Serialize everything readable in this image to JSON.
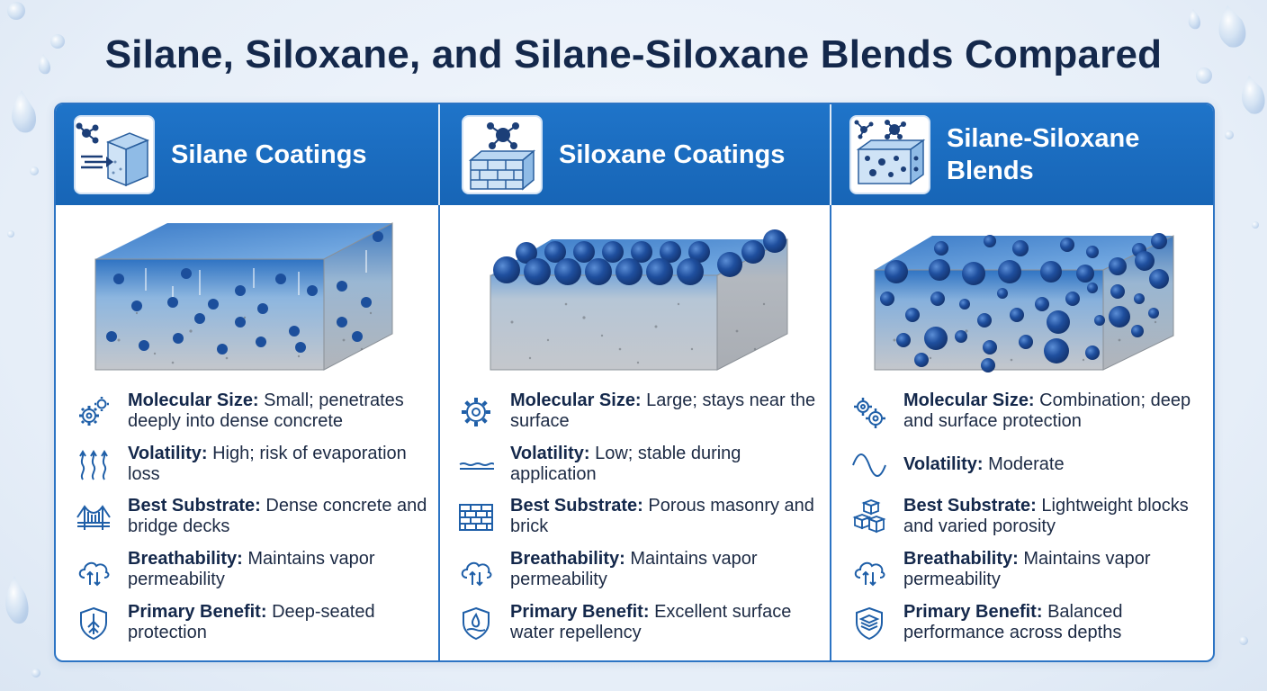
{
  "title": "Silane, Siloxane, and Silane-Siloxane Blends Compared",
  "colors": {
    "header": "#1f74c9",
    "accent": "#1765b6",
    "dark_text": "#14284b",
    "molecule": "#1c4f9c",
    "concrete": "#c9ccd1"
  },
  "columns": [
    {
      "title": "Silane Coatings",
      "header_icon": "silane-molecule-penetration-icon",
      "illustration": "concrete-block-deep-penetration",
      "properties": [
        {
          "label": "Molecular Size:",
          "value": "Small; penetrates deeply into dense concrete",
          "icon": "gears-icon"
        },
        {
          "label": "Volatility:",
          "value": "High; risk of evaporation loss",
          "icon": "rising-vapor-icon"
        },
        {
          "label": "Best Substrate:",
          "value": "Dense concrete and bridge decks",
          "icon": "bridge-icon"
        },
        {
          "label": "Breathability:",
          "value": "Maintains vapor permeability",
          "icon": "cloud-exchange-icon"
        },
        {
          "label": "Primary Benefit:",
          "value": "Deep-seated protection",
          "icon": "shield-roots-icon"
        }
      ]
    },
    {
      "title": "Siloxane Coatings",
      "header_icon": "siloxane-molecule-brick-icon",
      "illustration": "concrete-block-surface-layer",
      "properties": [
        {
          "label": "Molecular Size:",
          "value": "Large; stays near the surface",
          "icon": "gear-icon"
        },
        {
          "label": "Volatility:",
          "value": "Low; stable during application",
          "icon": "flat-wave-icon"
        },
        {
          "label": "Best Substrate:",
          "value": "Porous masonry and brick",
          "icon": "brick-wall-icon"
        },
        {
          "label": "Breathability:",
          "value": "Maintains vapor permeability",
          "icon": "cloud-exchange-icon"
        },
        {
          "label": "Primary Benefit:",
          "value": "Excellent surface water repellency",
          "icon": "shield-drop-icon"
        }
      ]
    },
    {
      "title": "Silane-Siloxane Blends",
      "header_icon": "blend-molecule-block-icon",
      "illustration": "concrete-block-mixed-distribution",
      "properties": [
        {
          "label": "Molecular Size:",
          "value": "Combination; deep and surface protection",
          "icon": "gears-icon"
        },
        {
          "label": "Volatility:",
          "value": "Moderate",
          "icon": "sine-wave-icon"
        },
        {
          "label": "Best Substrate:",
          "value": "Lightweight blocks and varied porosity",
          "icon": "cubes-icon"
        },
        {
          "label": "Breathability:",
          "value": "Maintains vapor permeability",
          "icon": "cloud-exchange-icon"
        },
        {
          "label": "Primary Benefit:",
          "value": "Balanced performance across depths",
          "icon": "shield-layers-icon"
        }
      ]
    }
  ]
}
